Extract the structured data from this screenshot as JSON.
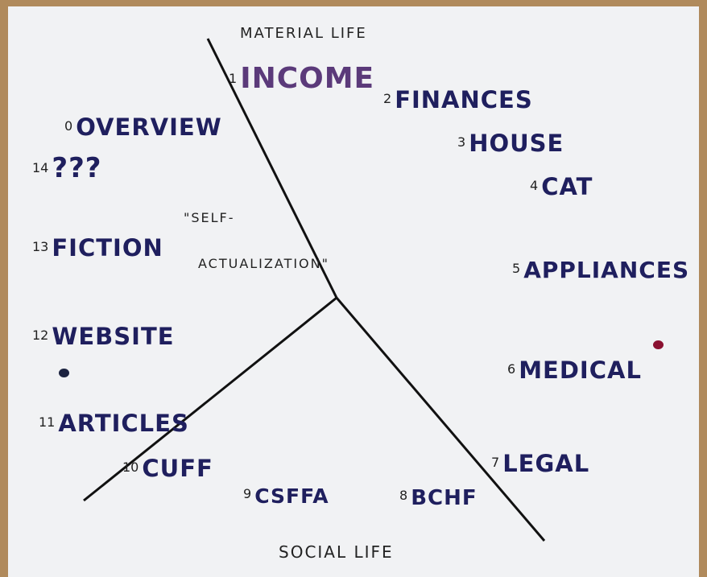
{
  "header": {
    "top_label": "MATERIAL LIFE",
    "bottom_label": "SOCIAL LIFE"
  },
  "center": {
    "line1": "\"SELF-",
    "line2": "ACTUALIZATION\""
  },
  "items": [
    {
      "num": "0",
      "label": "OVERVIEW"
    },
    {
      "num": "1",
      "label": "INCOME"
    },
    {
      "num": "2",
      "label": "FINANCES"
    },
    {
      "num": "3",
      "label": "HOUSE"
    },
    {
      "num": "4",
      "label": "CAT"
    },
    {
      "num": "5",
      "label": "APPLIANCES"
    },
    {
      "num": "6",
      "label": "MEDICAL"
    },
    {
      "num": "7",
      "label": "LEGAL"
    },
    {
      "num": "8",
      "label": "BCHF"
    },
    {
      "num": "9",
      "label": "CSFFA"
    },
    {
      "num": "10",
      "label": "CUFF"
    },
    {
      "num": "11",
      "label": "ARTICLES"
    },
    {
      "num": "12",
      "label": "WEBSITE"
    },
    {
      "num": "13",
      "label": "FICTION"
    },
    {
      "num": "14",
      "label": "???"
    }
  ],
  "colors": {
    "ink": "#1f1f5e",
    "income": "#5b3a7a",
    "pin_red": "#8a1030",
    "pin_blue": "#1c2340",
    "board": "#f1f2f4",
    "cork": "#b08a5c"
  }
}
